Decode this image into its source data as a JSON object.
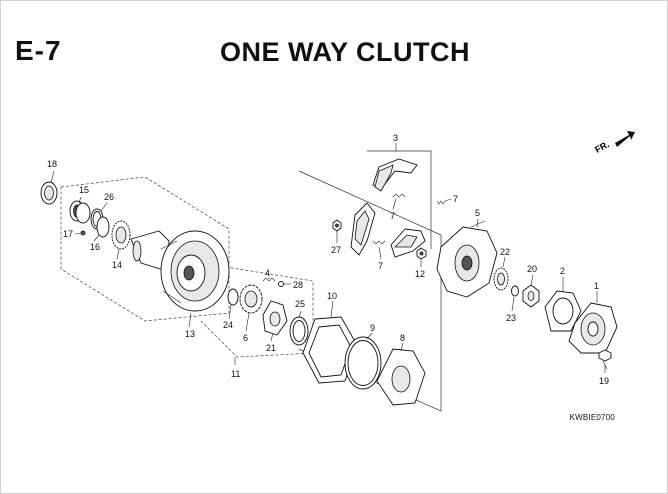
{
  "header": {
    "section_code": "E-7",
    "title": "ONE WAY CLUTCH"
  },
  "direction_indicator": {
    "label": "FR."
  },
  "diagram_code": "KWBIE0700",
  "callouts": {
    "c1": "1",
    "c2": "2",
    "c3": "3",
    "c4": "4",
    "c5": "5",
    "c6": "6",
    "c7a": "7",
    "c7b": "7",
    "c7c": "7",
    "c8": "8",
    "c9": "9",
    "c10": "10",
    "c11": "11",
    "c12": "12",
    "c13": "13",
    "c14": "14",
    "c15": "15",
    "c16": "16",
    "c17": "17",
    "c18": "18",
    "c19": "19",
    "c20": "20",
    "c21": "21",
    "c22": "22",
    "c23": "23",
    "c24": "24",
    "c25": "25",
    "c26": "26",
    "c27": "27",
    "c28": "28"
  }
}
